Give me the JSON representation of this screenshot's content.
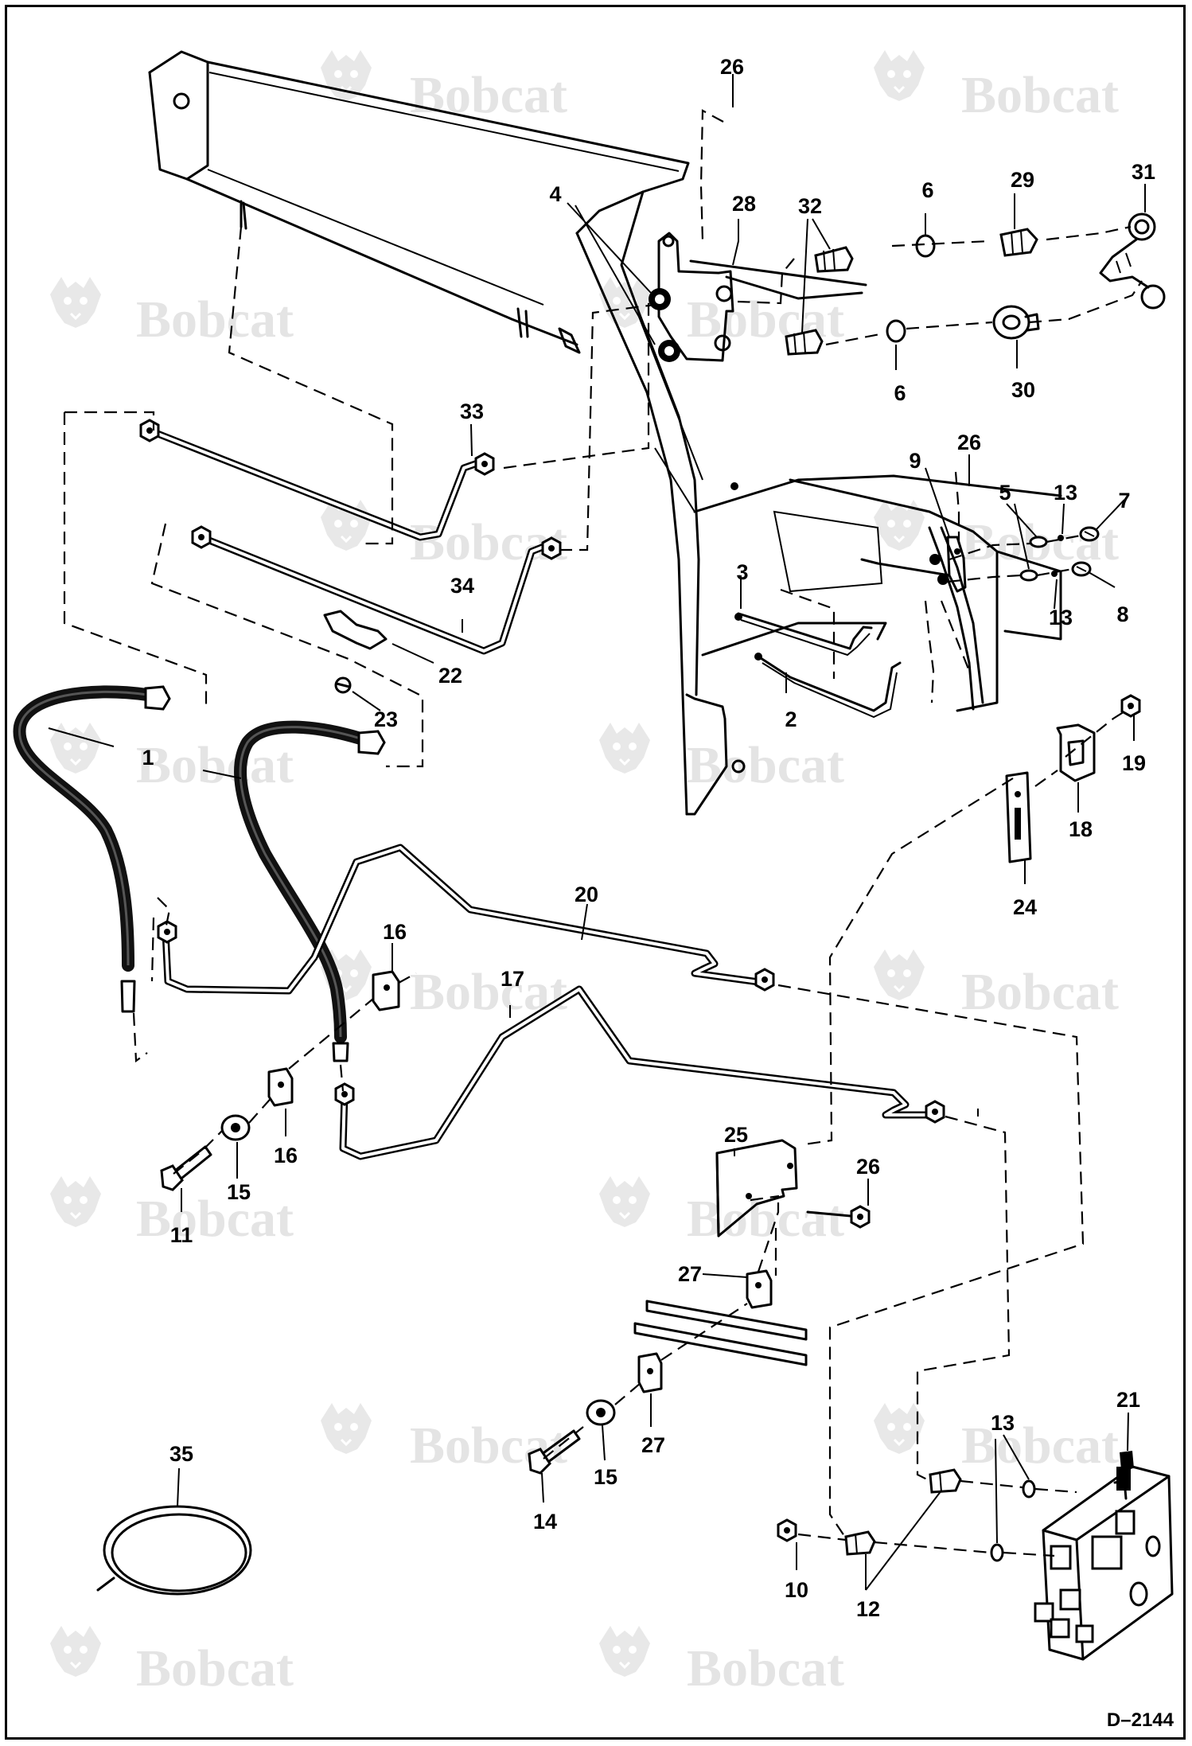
{
  "drawing_number": "D–2144",
  "watermark": {
    "text": "Bobcat",
    "logo_icon": "bobcat-head-icon",
    "color": "#e4e4e4"
  },
  "callouts": [
    {
      "id": "c26a",
      "label": "26"
    },
    {
      "id": "c4",
      "label": "4"
    },
    {
      "id": "c28",
      "label": "28"
    },
    {
      "id": "c32",
      "label": "32"
    },
    {
      "id": "c6a",
      "label": "6"
    },
    {
      "id": "c29",
      "label": "29"
    },
    {
      "id": "c31",
      "label": "31"
    },
    {
      "id": "c6b",
      "label": "6"
    },
    {
      "id": "c30",
      "label": "30"
    },
    {
      "id": "c33",
      "label": "33"
    },
    {
      "id": "c9",
      "label": "9"
    },
    {
      "id": "c26b",
      "label": "26"
    },
    {
      "id": "c5",
      "label": "5"
    },
    {
      "id": "c13a",
      "label": "13"
    },
    {
      "id": "c7",
      "label": "7"
    },
    {
      "id": "c3",
      "label": "3"
    },
    {
      "id": "c34",
      "label": "34"
    },
    {
      "id": "c13b",
      "label": "13"
    },
    {
      "id": "c8",
      "label": "8"
    },
    {
      "id": "c22",
      "label": "22"
    },
    {
      "id": "c2",
      "label": "2"
    },
    {
      "id": "c23",
      "label": "23"
    },
    {
      "id": "c1",
      "label": "1"
    },
    {
      "id": "c19",
      "label": "19"
    },
    {
      "id": "c18",
      "label": "18"
    },
    {
      "id": "c20",
      "label": "20"
    },
    {
      "id": "c24",
      "label": "24"
    },
    {
      "id": "c16a",
      "label": "16"
    },
    {
      "id": "c17",
      "label": "17"
    },
    {
      "id": "c16b",
      "label": "16"
    },
    {
      "id": "c15a",
      "label": "15"
    },
    {
      "id": "c11",
      "label": "11"
    },
    {
      "id": "c25",
      "label": "25"
    },
    {
      "id": "c26c",
      "label": "26"
    },
    {
      "id": "c27a",
      "label": "27"
    },
    {
      "id": "c27b",
      "label": "27"
    },
    {
      "id": "c15b",
      "label": "15"
    },
    {
      "id": "c14",
      "label": "14"
    },
    {
      "id": "c35",
      "label": "35"
    },
    {
      "id": "c13c",
      "label": "13"
    },
    {
      "id": "c21",
      "label": "21"
    },
    {
      "id": "c10",
      "label": "10"
    },
    {
      "id": "c12",
      "label": "12"
    }
  ]
}
